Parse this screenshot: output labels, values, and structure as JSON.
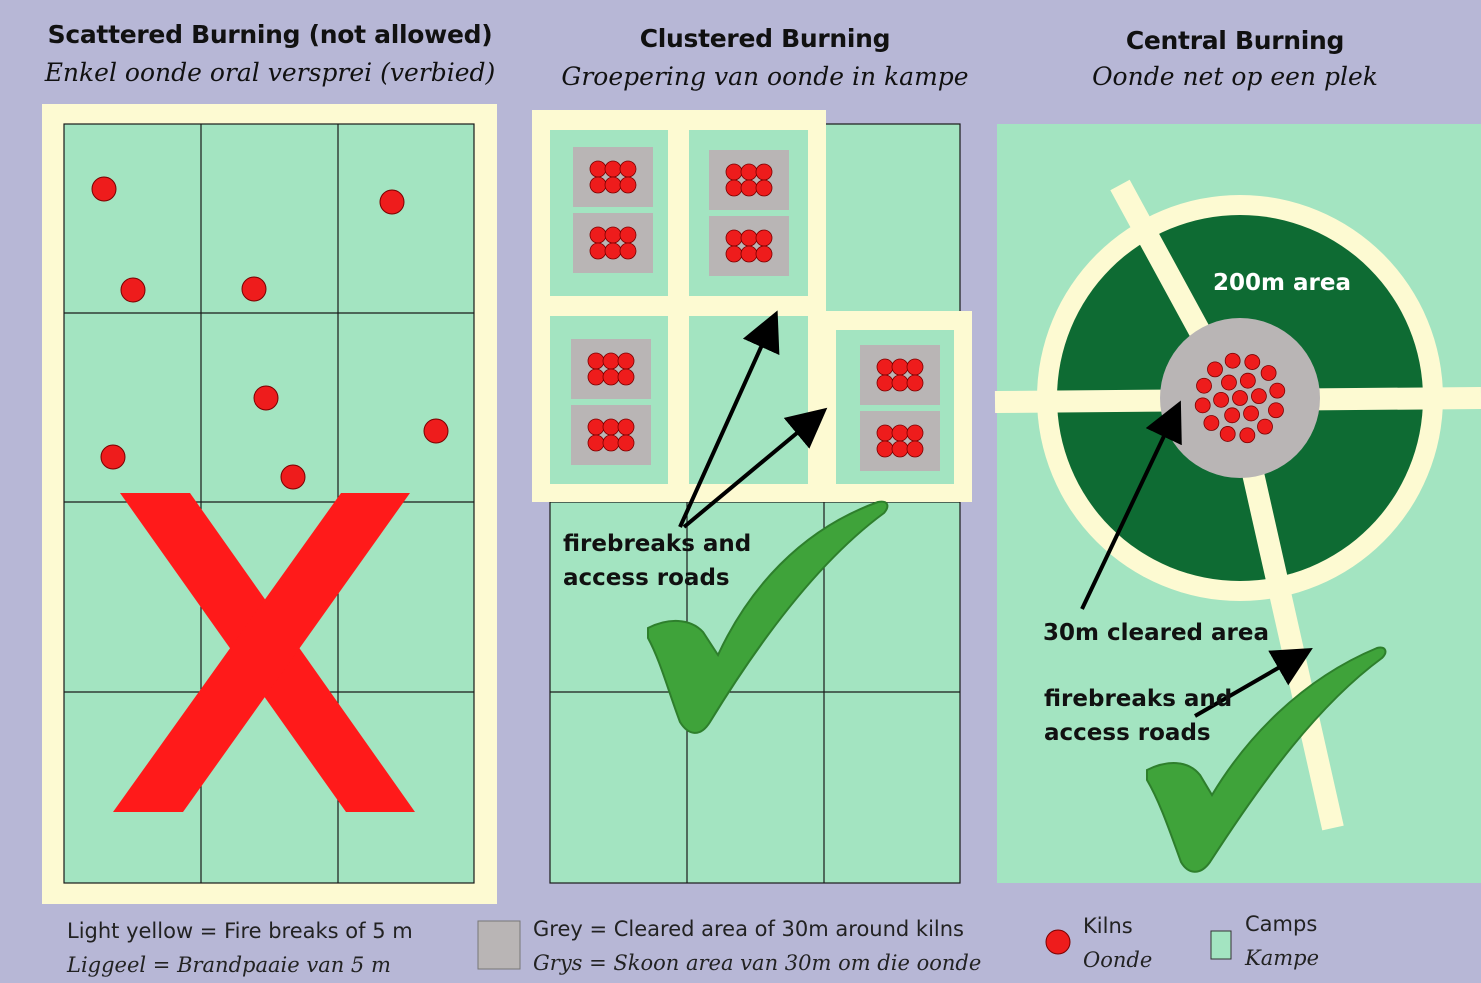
{
  "panels": [
    {
      "title": "Scattered Burning (not allowed)",
      "subtitle": "Enkel oonde oral versprei (verbied)"
    },
    {
      "title": "Clustered Burning",
      "subtitle": "Groepering van oonde in kampe"
    },
    {
      "title": "Central Burning",
      "subtitle": "Oonde net op een plek"
    }
  ],
  "labels": {
    "firebreaks_clustered_1": "firebreaks and",
    "firebreaks_clustered_2": "access roads",
    "area_200m": "200m area",
    "cleared_30m": "30m cleared area",
    "firebreaks_central_1": "firebreaks and",
    "firebreaks_central_2": "access roads"
  },
  "legend": {
    "yellow_en": "Light yellow = Fire breaks of 5 m",
    "yellow_af": "Liggeel = Brandpaaie van 5 m",
    "grey_en": "Grey = Cleared area of 30m around kilns",
    "grey_af": "Grys = Skoon area van 30m om die oonde",
    "kilns_en": "Kilns",
    "kilns_af": "Oonde",
    "camps_en": "Camps",
    "camps_af": "Kampe"
  },
  "colors": {
    "background": "#b7b7d6",
    "camp": "#a3e4c1",
    "firebreak": "#fdfad2",
    "cleared": "#b9b5b5",
    "kiln": "#ee1c1c",
    "area_dark": "#0e6b33",
    "cross": "#ff1a1a",
    "check": "#3fa33a"
  },
  "icons": {
    "not_allowed": "red-cross-icon",
    "allowed": "green-check-icon"
  }
}
